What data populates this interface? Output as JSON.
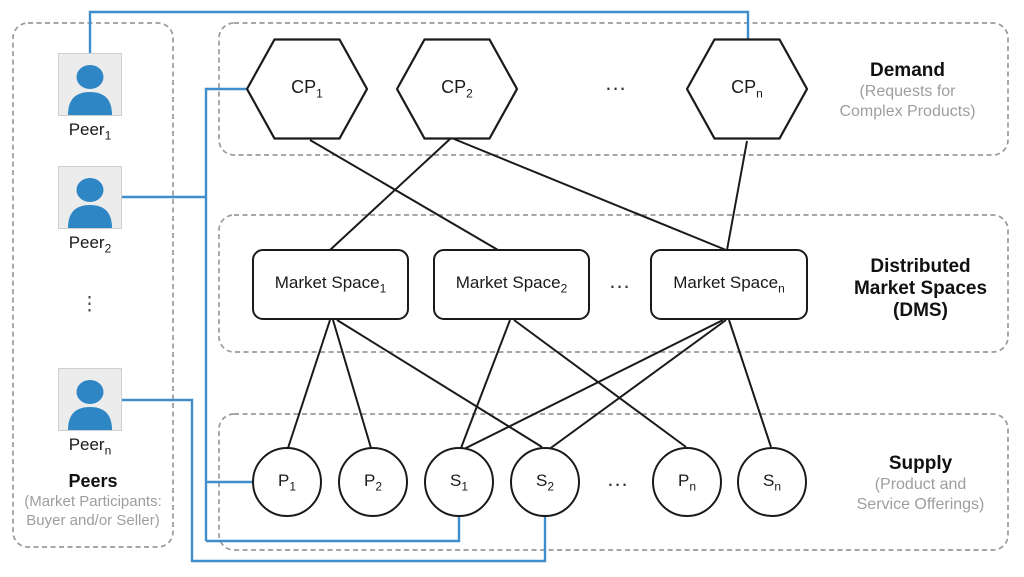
{
  "diagram": {
    "colors": {
      "accent_blue": "#3f8ecb",
      "person_blue": "#2e86c4",
      "line_black": "#1a1a1a",
      "dashed_box_gray": "#9a9a9a",
      "muted_text_gray": "#9e9e9e"
    },
    "peers": {
      "group_label": "Peers",
      "group_sub_line1": "(Market Participants:",
      "group_sub_line2": "Buyer and/or Seller)",
      "ellipsis": "⋮",
      "items": [
        {
          "base": "Peer",
          "sub": "1"
        },
        {
          "base": "Peer",
          "sub": "2"
        },
        {
          "base": "Peer",
          "sub": "n"
        }
      ]
    },
    "demand": {
      "group_label": "Demand",
      "group_sub_line1": "(Requests for",
      "group_sub_line2": "Complex Products)",
      "ellipsis": "...",
      "nodes": [
        {
          "base": "CP",
          "sub": "1"
        },
        {
          "base": "CP",
          "sub": "2"
        },
        {
          "base": "CP",
          "sub": "n"
        }
      ]
    },
    "dms": {
      "group_label_line1": "Distributed",
      "group_label_line2": "Market Spaces",
      "group_label_line3": "(DMS)",
      "ellipsis": "...",
      "nodes": [
        {
          "base": "Market Space",
          "sub": "1"
        },
        {
          "base": "Market Space",
          "sub": "2"
        },
        {
          "base": "Market Space",
          "sub": "n"
        }
      ]
    },
    "supply": {
      "group_label": "Supply",
      "group_sub_line1": "(Product and",
      "group_sub_line2": "Service Offerings)",
      "ellipsis": "...",
      "nodes": [
        {
          "base": "P",
          "sub": "1"
        },
        {
          "base": "P",
          "sub": "2"
        },
        {
          "base": "S",
          "sub": "1"
        },
        {
          "base": "S",
          "sub": "2"
        },
        {
          "base": "P",
          "sub": "n"
        },
        {
          "base": "S",
          "sub": "n"
        }
      ]
    },
    "edges": {
      "black": [
        [
          "CP1",
          "MarketSpace2"
        ],
        [
          "CP2",
          "MarketSpace1"
        ],
        [
          "CP2",
          "MarketSpacen"
        ],
        [
          "CPn",
          "MarketSpacen"
        ],
        [
          "MarketSpace1",
          "P1"
        ],
        [
          "MarketSpace1",
          "P2"
        ],
        [
          "MarketSpace1",
          "S2"
        ],
        [
          "MarketSpace2",
          "S1"
        ],
        [
          "MarketSpace2",
          "Pn"
        ],
        [
          "MarketSpacen",
          "S1"
        ],
        [
          "MarketSpacen",
          "S2"
        ],
        [
          "MarketSpacen",
          "Sn"
        ]
      ],
      "blue": [
        [
          "Peer1",
          "CPn"
        ],
        [
          "Peer2",
          "CP1"
        ],
        [
          "Peer2",
          "P1"
        ],
        [
          "Peer2",
          "S1"
        ],
        [
          "Peern",
          "S2"
        ]
      ]
    }
  }
}
